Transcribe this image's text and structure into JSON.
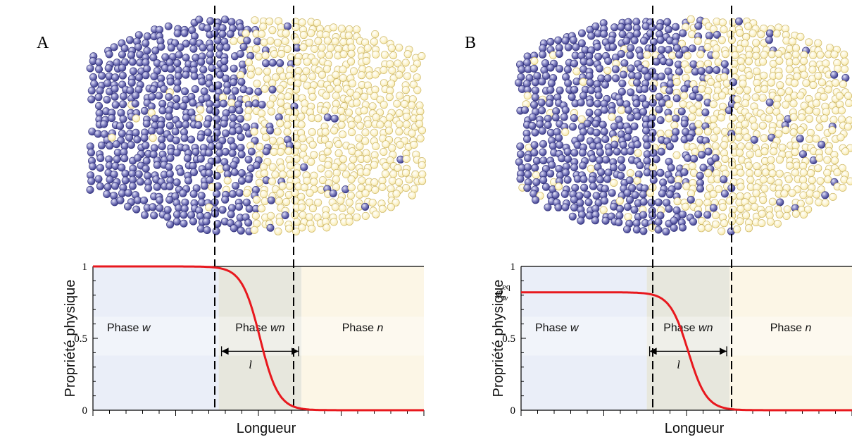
{
  "panels": [
    {
      "label": "A",
      "ylabel": "Propriété physique",
      "xlabel": "Longueur",
      "yticks": [
        "0",
        "0.5",
        "1"
      ],
      "phase_w": {
        "prefix": "Phase ",
        "italic": "w"
      },
      "phase_wn": {
        "prefix": "Phase ",
        "italic": "wn"
      },
      "phase_n": {
        "prefix": "Phase ",
        "italic": "n"
      },
      "width_label": "l",
      "plateau_label": null,
      "profile": {
        "left_value": 1.0,
        "right_value": 0.0,
        "x_min": 0,
        "x_max": 10,
        "wn_start": 3.8,
        "wn_end": 6.3,
        "center": 5.05
      }
    },
    {
      "label": "B",
      "ylabel": "Propriété physique",
      "xlabel": "Longueur",
      "yticks": [
        "0",
        "0.5",
        "1"
      ],
      "phase_w": {
        "prefix": "Phase ",
        "italic": "w"
      },
      "phase_wn": {
        "prefix": "Phase ",
        "italic": "wn"
      },
      "phase_n": {
        "prefix": "Phase ",
        "italic": "n"
      },
      "width_label": "l",
      "plateau_label": {
        "symbol": "φ",
        "sub": "w",
        "sup": "eq"
      },
      "profile": {
        "left_value": 0.82,
        "right_value": 0.0,
        "x_min": 0,
        "x_max": 10,
        "wn_start": 3.8,
        "wn_end": 6.3,
        "center": 5.05
      }
    }
  ],
  "colors": {
    "blue_particle": "#5a5aa8",
    "yellow_particle": "#f6eab0",
    "phase_w_bg": "#eaeef8",
    "phase_wn_bg": "#e7e7dd",
    "phase_n_bg": "#fcf6e6",
    "curve": "#e8181e"
  }
}
